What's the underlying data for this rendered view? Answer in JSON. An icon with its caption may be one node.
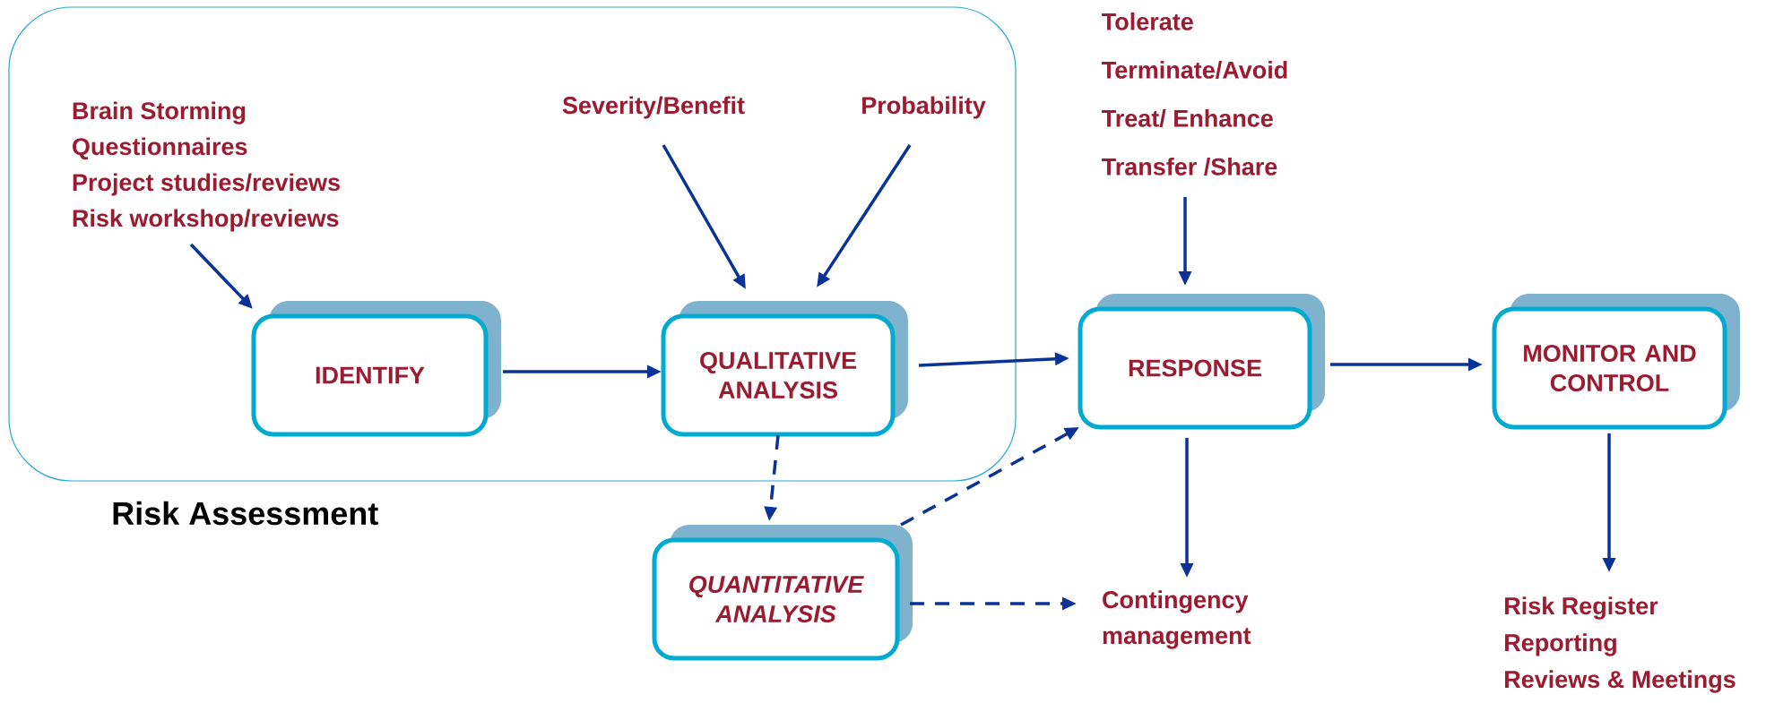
{
  "diagram": {
    "nodes": [
      {
        "text": [
          "Risk Assessment"
        ]
      },
      {
        "text": [
          "Brain Storming",
          "Questionnaires",
          "Project studies/reviews",
          "Risk workshop/reviews"
        ],
        "in": 0
      },
      {
        "text": [
          "Severity/Benefit"
        ],
        "in": 0
      },
      {
        "text": [
          "Probability"
        ],
        "in": 0
      },
      {
        "text": [
          "IDENTIFY"
        ],
        "in": 0
      },
      {
        "text": [
          "QUALITATIVE ANALYSIS"
        ],
        "in": 0
      },
      {
        "text": [
          "Tolerate",
          "Terminate/Avoid",
          "Treat/ Enhance",
          "Transfer /Share"
        ]
      },
      {
        "text": [
          "RESPONSE"
        ]
      },
      {
        "text": [
          "MONITOR AND CONTROL"
        ]
      },
      {
        "text": [
          "QUANTITATIVE ANALYSIS"
        ]
      },
      {
        "text": [
          "Contingency management"
        ]
      },
      {
        "text": [
          "Risk Register",
          "Reporting",
          "Reviews & Meetings"
        ]
      }
    ],
    "edges": [
      {
        "from": 1,
        "to": 4,
        "arrow": "to"
      },
      {
        "from": 2,
        "to": 5,
        "arrow": "to"
      },
      {
        "from": 3,
        "to": 5,
        "arrow": "to"
      },
      {
        "from": 4,
        "to": 5,
        "arrow": "to"
      },
      {
        "from": 5,
        "to": 7,
        "arrow": "to"
      },
      {
        "from": 6,
        "to": 7,
        "arrow": "to"
      },
      {
        "from": 7,
        "to": 8,
        "arrow": "to"
      },
      {
        "from": 5,
        "to": 9,
        "arrow": "to",
        "style": "dashed"
      },
      {
        "from": 9,
        "to": 7,
        "arrow": "to",
        "style": "dashed"
      },
      {
        "from": 9,
        "to": 10,
        "arrow": "to",
        "style": "dashed"
      },
      {
        "from": 7,
        "to": 10,
        "arrow": "to"
      },
      {
        "from": 8,
        "to": 11,
        "arrow": "to"
      }
    ]
  }
}
